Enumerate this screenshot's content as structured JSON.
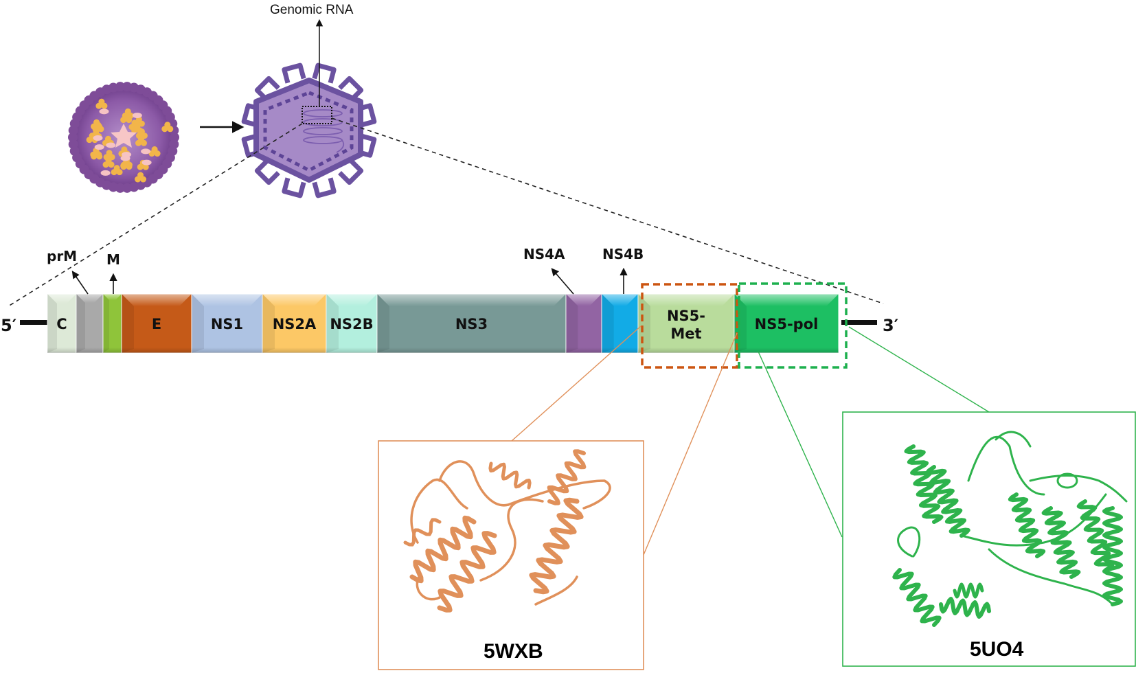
{
  "diagram": {
    "genomic_rna_label": "Genomic RNA",
    "five_prime_label": "5′",
    "three_prime_label": "3′",
    "segments": [
      {
        "id": "C",
        "label": "C",
        "color": "#dde9d7"
      },
      {
        "id": "prM",
        "label": "",
        "color": "#a9a9a9"
      },
      {
        "id": "M",
        "label": "",
        "color": "#8fc43a"
      },
      {
        "id": "E",
        "label": "E",
        "color": "#c55a18"
      },
      {
        "id": "NS1",
        "label": "NS1",
        "color": "#aec3e3"
      },
      {
        "id": "NS2A",
        "label": "NS2A",
        "color": "#fcc866"
      },
      {
        "id": "NS2B",
        "label": "NS2B",
        "color": "#b3efde"
      },
      {
        "id": "NS3",
        "label": "NS3",
        "color": "#789996"
      },
      {
        "id": "NS4A",
        "label": "",
        "color": "#9264a3"
      },
      {
        "id": "NS4B",
        "label": "",
        "color": "#12abe6"
      },
      {
        "id": "NS5-Met",
        "label": "NS5-\nMet",
        "color": "#b9dc9c"
      },
      {
        "id": "NS5-pol",
        "label": "NS5-pol",
        "color": "#1dbf63"
      }
    ],
    "callouts": [
      {
        "label": "prM",
        "target": "prM"
      },
      {
        "label": "M",
        "target": "M"
      },
      {
        "label": "NS4A",
        "target": "NS4A"
      },
      {
        "label": "NS4B",
        "target": "NS4B"
      }
    ],
    "structures": [
      {
        "pdb_id": "5WXB",
        "domain": "NS5-Met",
        "color": "#e0905a"
      },
      {
        "pdb_id": "5UO4",
        "domain": "NS5-pol",
        "color": "#2eb34c"
      }
    ],
    "highlight_colors": {
      "met_box": "#cc5511",
      "pol_box": "#1db04e"
    },
    "virus_colors": {
      "mature_particle": "#7e4c98",
      "particle_spikes": "#f2b54a",
      "schematic_shell": "#6b52a0",
      "schematic_core": "#a68ac7"
    }
  }
}
